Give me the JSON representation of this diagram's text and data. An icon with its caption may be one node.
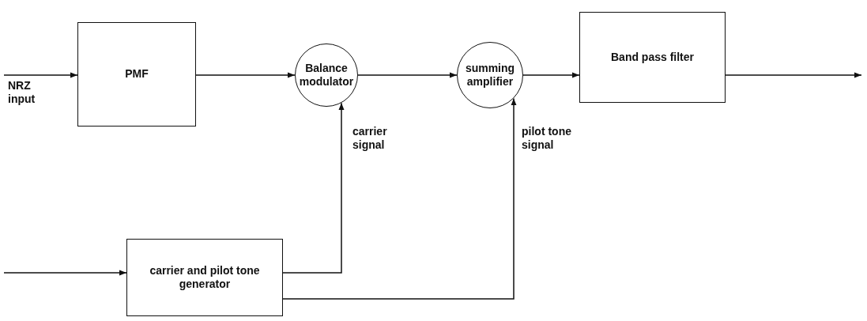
{
  "diagram": {
    "nodes": [
      {
        "text": [
          "PMF"
        ]
      },
      {
        "text": [
          "Balance modulator"
        ]
      },
      {
        "text": [
          "summing amplifier"
        ]
      },
      {
        "text": [
          "Band pass filter"
        ]
      },
      {
        "text": [
          "carrier and pilot tone generator"
        ]
      }
    ],
    "edges": [
      {
        "from": null,
        "to": 0,
        "arrow": "to",
        "label": "NRZ input"
      },
      {
        "from": 0,
        "to": 1,
        "arrow": "to"
      },
      {
        "from": 1,
        "to": 2,
        "arrow": "to"
      },
      {
        "from": 2,
        "to": 3,
        "arrow": "to"
      },
      {
        "from": 3,
        "to": null,
        "arrow": "to"
      },
      {
        "from": null,
        "to": 4,
        "arrow": "to"
      },
      {
        "from": 4,
        "to": 1,
        "arrow": "to",
        "label": "carrier signal"
      },
      {
        "from": 4,
        "to": 2,
        "arrow": "to",
        "label": "pilot tone signal"
      }
    ]
  }
}
